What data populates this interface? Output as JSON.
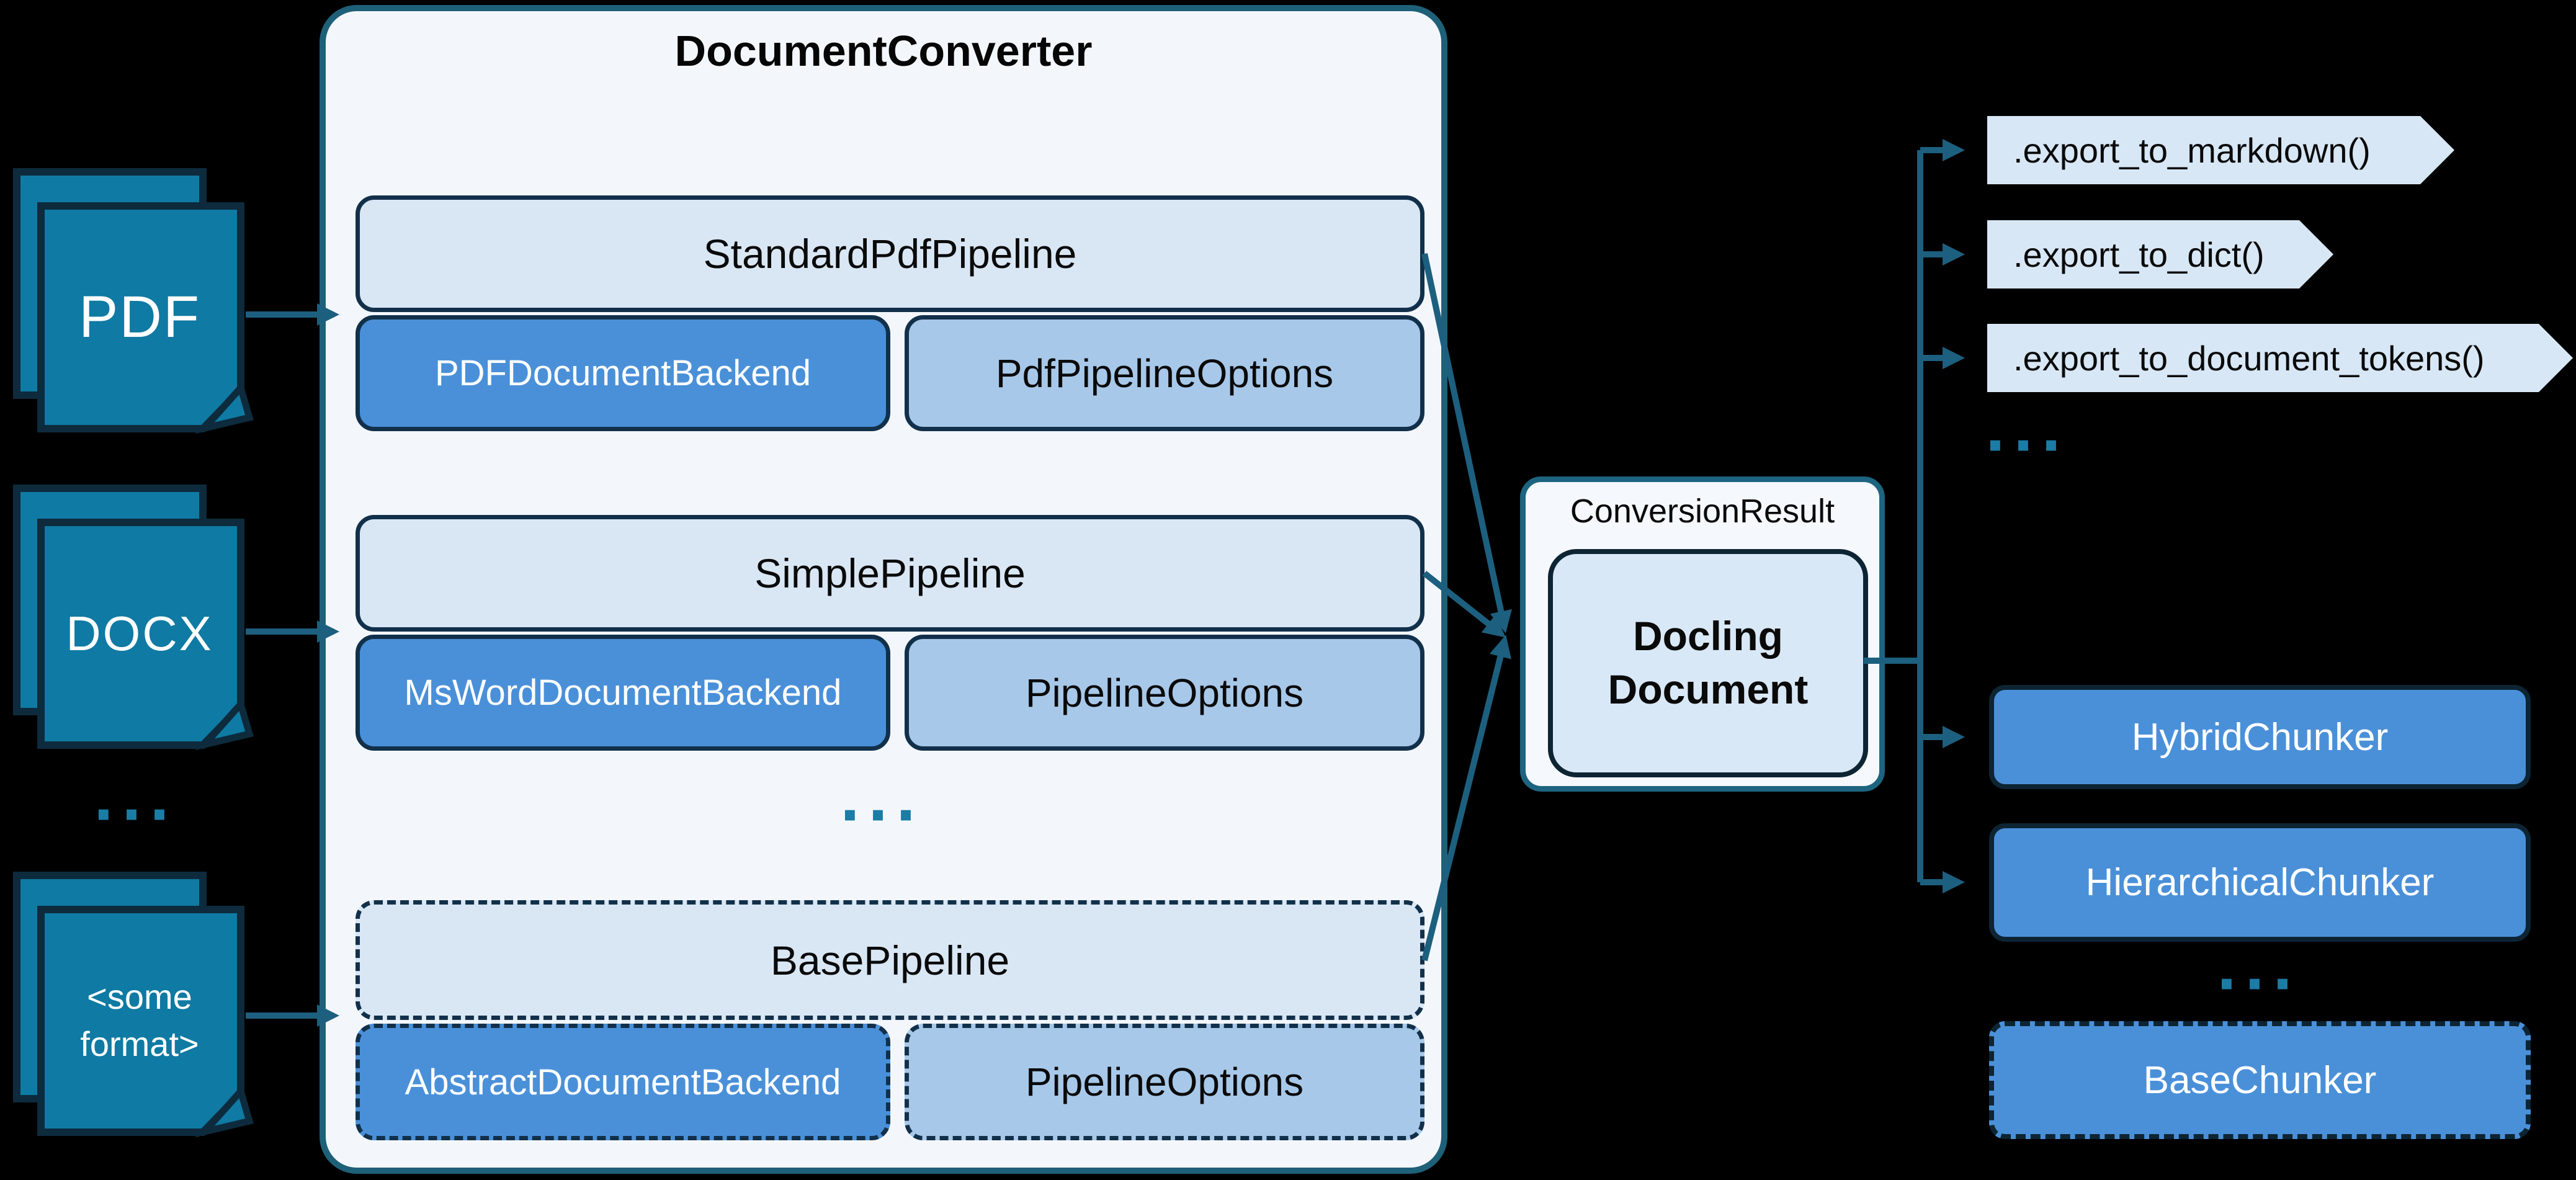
{
  "diagram_title": "DocumentConverter",
  "inputs": [
    {
      "label": "PDF"
    },
    {
      "label": "DOCX"
    },
    {
      "label": "<some\nformat>"
    }
  ],
  "more": "...",
  "pipelines": [
    {
      "name": "StandardPdfPipeline",
      "backend": "PDFDocumentBackend",
      "options": "PdfPipelineOptions"
    },
    {
      "name": "SimplePipeline",
      "backend": "MsWordDocumentBackend",
      "options": "PipelineOptions"
    },
    {
      "name": "BasePipeline",
      "backend": "AbstractDocumentBackend",
      "options": "PipelineOptions"
    }
  ],
  "result": {
    "label": "ConversionResult",
    "document": "Docling\nDocument"
  },
  "exports": [
    {
      "label": ".export_to_markdown()"
    },
    {
      "label": ".export_to_dict()"
    },
    {
      "label": ".export_to_document_tokens()"
    }
  ],
  "chunkers": [
    {
      "label": "HybridChunker"
    },
    {
      "label": "HierarchicalChunker"
    },
    {
      "label": "BaseChunker"
    }
  ],
  "colors": {
    "background": "#000000",
    "document_teal": "#0f7aa3",
    "dark_outline": "#0d2b3d",
    "container_fill": "#f3f7fc",
    "container_border": "#1e6078",
    "pipeline_fill": "#d9e7f5",
    "backend_fill": "#4a90d9",
    "options_fill": "#a7c8e9",
    "result_fill": "#f5f8fd",
    "docling_fill": "#d9e8f6",
    "pennant_fill": "#d8e7f5",
    "chunker_fill": "#4a90d9",
    "arrow_teal": "#1d5f7e",
    "dots_teal": "#1b7ca6"
  }
}
